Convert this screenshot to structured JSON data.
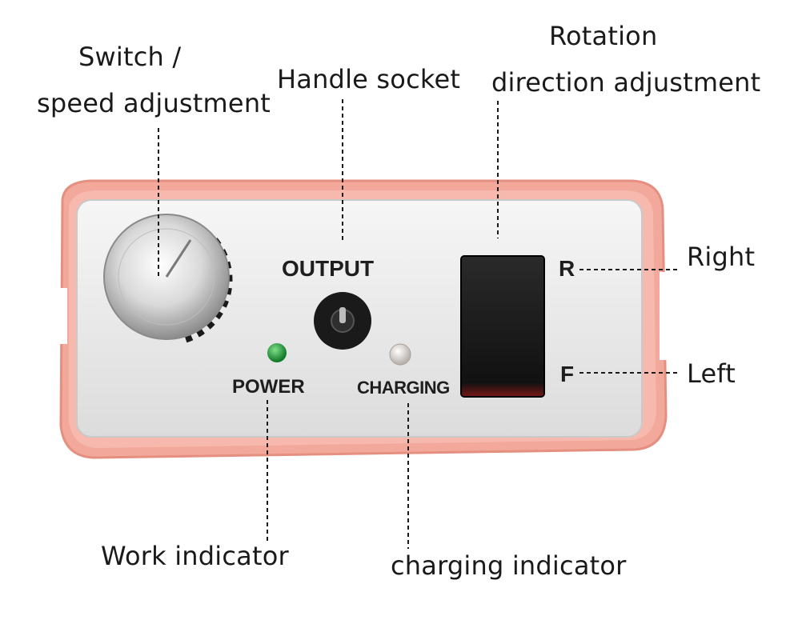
{
  "callouts": {
    "switch_line1": "Switch /",
    "switch_line2": "speed adjustment",
    "handle_socket": "Handle socket",
    "rotation_line1": "Rotation",
    "rotation_line2": "direction adjustment",
    "right": "Right",
    "left": "Left",
    "work_indicator": "Work indicator",
    "charging_indicator": "charging indicator"
  },
  "panel": {
    "output_label": "OUTPUT",
    "power_label": "POWER",
    "charging_label": "CHARGING",
    "r_label": "R",
    "f_label": "F"
  },
  "colors": {
    "housing": "#f2a89a",
    "faceplate": "#ececec",
    "power_led": "#1f9a3a",
    "switch_body": "#1c1c1c",
    "switch_red_edge": "#8a1a1a"
  }
}
